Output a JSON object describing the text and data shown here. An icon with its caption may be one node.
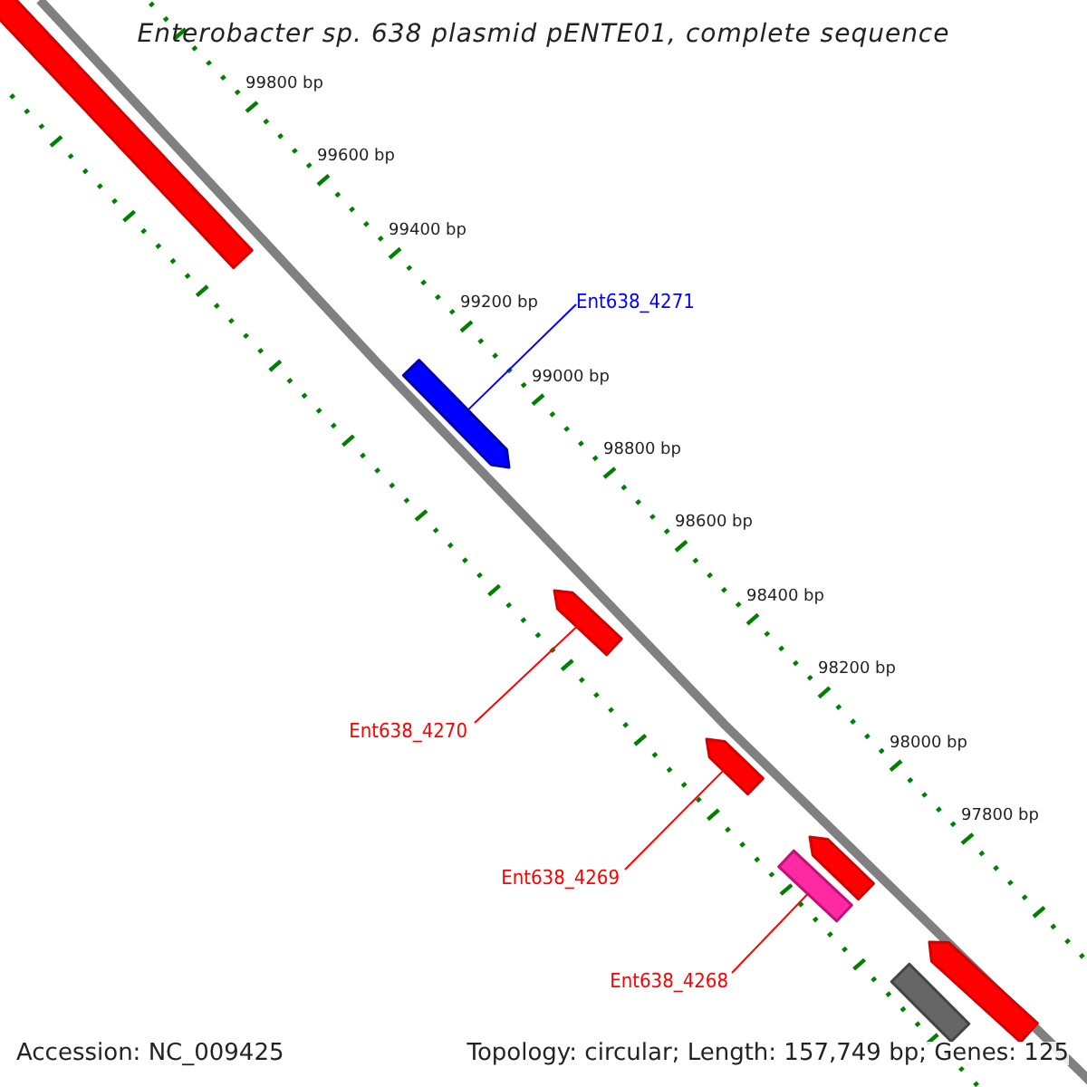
{
  "diagram": {
    "title": "Enterobacter sp. 638 plasmid pENTE01, complete sequence",
    "nodes": [
      {
        "text": [],
        "shape": "bar"
      },
      {
        "text": [
          "Ent638_4271"
        ]
      },
      {
        "text": [],
        "shape": "bar"
      },
      {
        "text": [
          "Ent638_4270"
        ]
      },
      {
        "text": [],
        "shape": "bar"
      },
      {
        "text": [
          "Ent638_4269"
        ]
      },
      {
        "text": [],
        "shape": "bar"
      },
      {
        "text": [],
        "shape": "bar"
      },
      {
        "text": [
          "Ent638_4268"
        ]
      },
      {
        "text": [],
        "shape": "bar"
      },
      {
        "text": [],
        "shape": "bar"
      },
      {
        "text": [],
        "shape": "bar"
      }
    ],
    "edges": [
      {
        "from": 1,
        "to": 2,
        "arrow": "none",
        "color": "#0000ff"
      },
      {
        "from": 3,
        "to": 4,
        "arrow": "none"
      },
      {
        "from": 5,
        "to": 6,
        "arrow": "none"
      },
      {
        "from": 8,
        "to": 9,
        "arrow": "none"
      }
    ],
    "labels": [
      "99800 bp",
      "99600 bp",
      "99400 bp",
      "99200 bp",
      "99000 bp",
      "98800 bp",
      "98600 bp",
      "98400 bp",
      "98200 bp",
      "98000 bp",
      "97800 bp",
      "Accession: NC_009425",
      "Topology: circular; Length: 157,749 bp; Genes: 125"
    ]
  }
}
